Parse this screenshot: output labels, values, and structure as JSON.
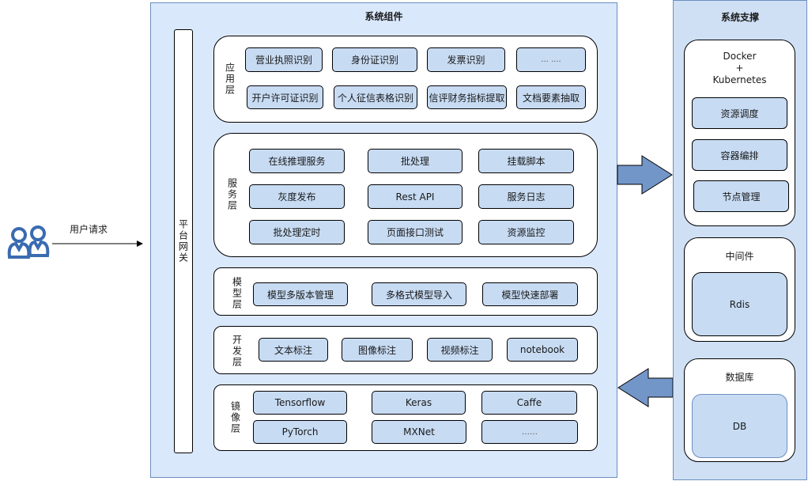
{
  "user": {
    "icon": "users-icon",
    "request_label": "用户请求"
  },
  "system_components": {
    "title": "系统组件",
    "gateway_label": "平台网关",
    "layers": {
      "application": {
        "label": "应用层",
        "items": [
          "营业执照识别",
          "身份证识别",
          "发票识别",
          "... ....",
          "开户许可证识别",
          "个人征信表格识别",
          "信评财务指标提取",
          "文档要素抽取"
        ]
      },
      "service": {
        "label": "服务层",
        "items": [
          "在线推理服务",
          "批处理",
          "挂载脚本",
          "灰度发布",
          "Rest API",
          "服务日志",
          "批处理定时",
          "页面接口测试",
          "资源监控"
        ]
      },
      "model": {
        "label": "模型层",
        "items": [
          "模型多版本管理",
          "多格式模型导入",
          "模型快速部署"
        ]
      },
      "development": {
        "label": "开发层",
        "items": [
          "文本标注",
          "图像标注",
          "视频标注",
          "notebook"
        ]
      },
      "image": {
        "label": "镜像层",
        "items": [
          "Tensorflow",
          "Keras",
          "Caffe",
          "PyTorch",
          "MXNet",
          "……"
        ]
      }
    }
  },
  "arrows": {
    "to_support": "arrow-right-icon",
    "from_support": "arrow-left-icon"
  },
  "system_support": {
    "title": "系统支撑",
    "container": {
      "title_line1": "Docker",
      "title_line2": "+",
      "title_line3": "Kubernetes",
      "items": [
        "资源调度",
        "容器编排",
        "节点管理"
      ]
    },
    "middleware": {
      "title": "中间件",
      "item": "Rdis"
    },
    "database": {
      "title": "数据库",
      "item": "DB"
    }
  },
  "colors": {
    "panel_fill": "#dae8fc",
    "panel_border": "#6c8ebf",
    "box_fill": "#c7dbf3",
    "arrow_fill": "#7396c9"
  }
}
